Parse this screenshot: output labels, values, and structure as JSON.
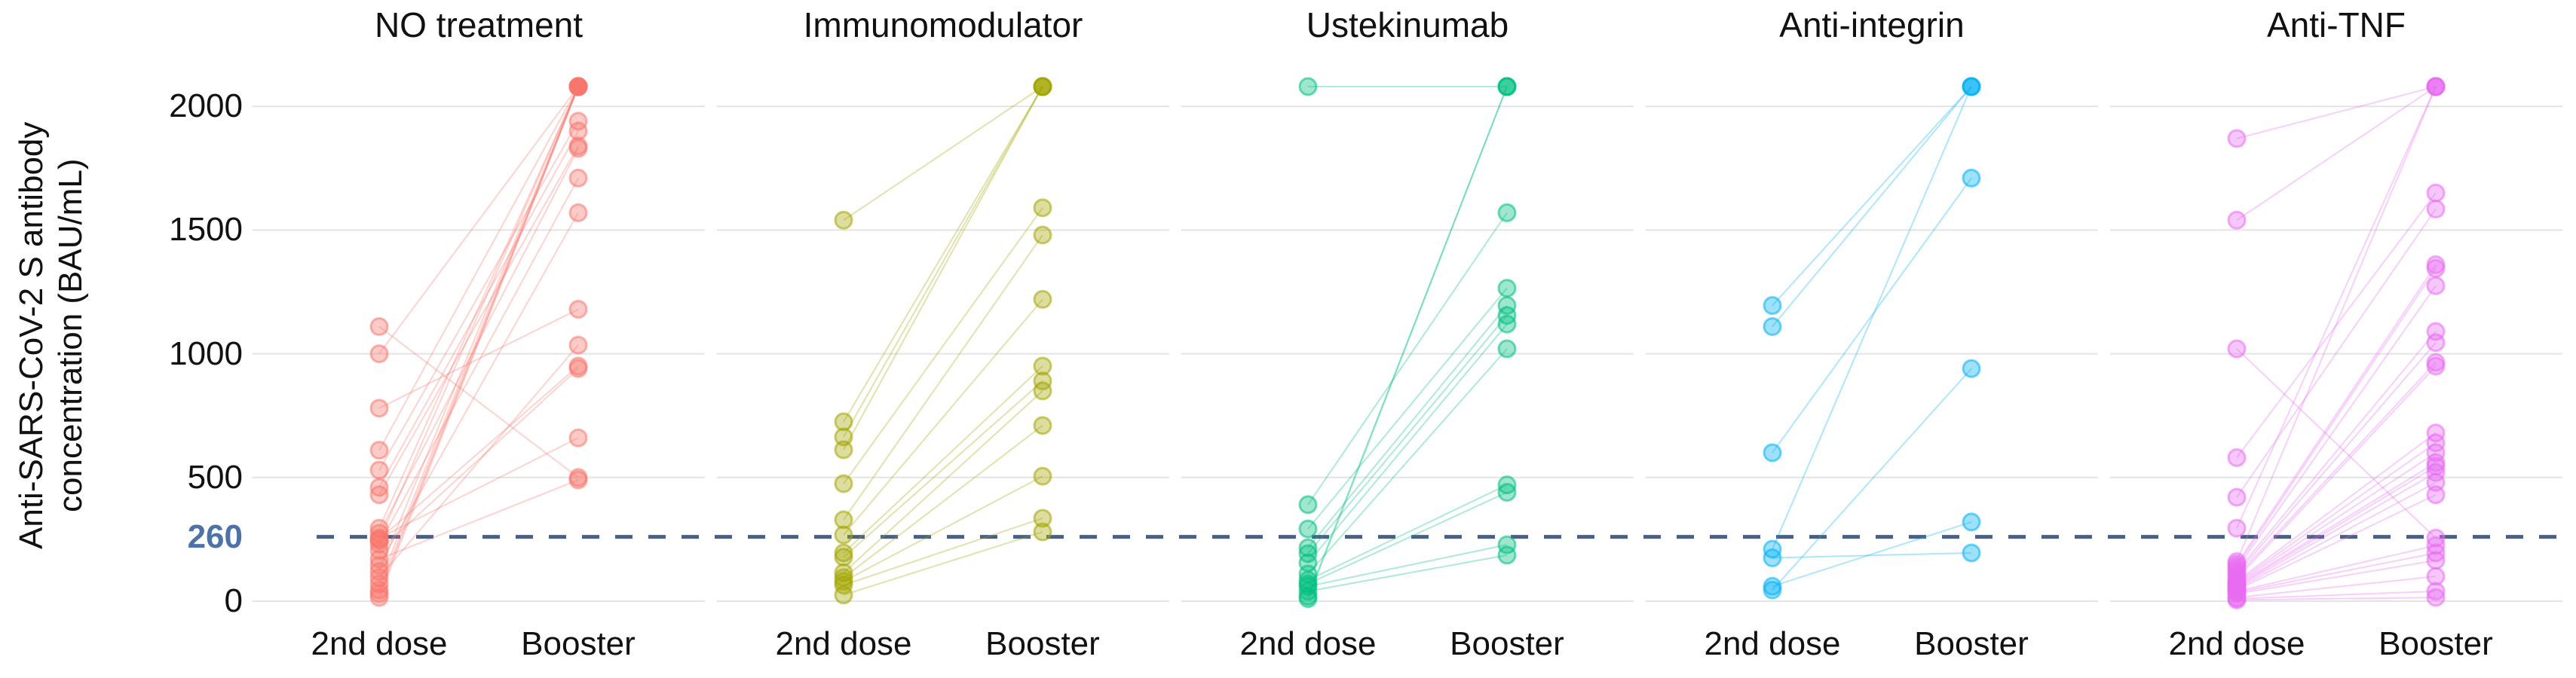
{
  "chart_data": {
    "type": "scatter",
    "subtype": "paired-slope-dot-plot",
    "title": "",
    "xlabel": "",
    "ylabel": "Anti-SARS-CoV-2 S antibody concentration (BAU/mL)",
    "ylim": [
      0,
      2130
    ],
    "grid": "horizontal-only",
    "legend_position": "none",
    "x_categories": [
      "2nd dose",
      "Booster"
    ],
    "yaxis": {
      "label_line1": "Anti-SARS-CoV-2 S antibody",
      "label_line2": "concentration (BAU/mL)",
      "ticks": [
        {
          "label": "2000",
          "value": 2000,
          "color": "#111111"
        },
        {
          "label": "1500",
          "value": 1500,
          "color": "#111111"
        },
        {
          "label": "1000",
          "value": 1000,
          "color": "#111111"
        },
        {
          "label": "500",
          "value": 500,
          "color": "#111111"
        },
        {
          "label": "260",
          "value": 260,
          "color": "#4C72A8"
        },
        {
          "label": "0",
          "value": 0,
          "color": "#111111"
        }
      ]
    },
    "threshold": {
      "value": 260,
      "label": "260",
      "label_color": "#4C72A8",
      "line_color": "#4A5F82",
      "line_style": "dashed"
    },
    "gridline_values": [
      0,
      500,
      1000,
      1500,
      2000
    ],
    "gridline_color": "#E4E4E4",
    "background_color": "#FFFFFF",
    "panels": [
      {
        "title": "NO treatment",
        "color": "#F8766D",
        "pairs": [
          [
            1110,
            500
          ],
          [
            1000,
            2080
          ],
          [
            780,
            1180
          ],
          [
            610,
            2080
          ],
          [
            530,
            1940
          ],
          [
            460,
            1900
          ],
          [
            430,
            1840
          ],
          [
            295,
            2080
          ],
          [
            275,
            1830
          ],
          [
            255,
            660
          ],
          [
            250,
            950
          ],
          [
            245,
            2080
          ],
          [
            230,
            1710
          ],
          [
            205,
            940
          ],
          [
            170,
            490
          ],
          [
            145,
            1570
          ],
          [
            120,
            2080
          ],
          [
            95,
            1035
          ],
          [
            70,
            2080
          ],
          [
            45,
            2080
          ],
          [
            30,
            2080
          ],
          [
            15,
            2080
          ]
        ]
      },
      {
        "title": "Immunomodulator",
        "color": "#A3A500",
        "pairs": [
          [
            1540,
            2080
          ],
          [
            725,
            2080
          ],
          [
            664,
            2080
          ],
          [
            612,
            2080
          ],
          [
            475,
            1590
          ],
          [
            329,
            1480
          ],
          [
            268,
            1220
          ],
          [
            195,
            950
          ],
          [
            178,
            890
          ],
          [
            115,
            850
          ],
          [
            95,
            710
          ],
          [
            80,
            505
          ],
          [
            65,
            335
          ],
          [
            25,
            280
          ]
        ]
      },
      {
        "title": "Ustekinumab",
        "color": "#00BF7D",
        "pairs": [
          [
            2080,
            2080
          ],
          [
            390,
            1570
          ],
          [
            292,
            1265
          ],
          [
            216,
            1195
          ],
          [
            192,
            1155
          ],
          [
            155,
            1120
          ],
          [
            110,
            1020
          ],
          [
            85,
            470
          ],
          [
            70,
            440
          ],
          [
            60,
            228
          ],
          [
            40,
            186
          ],
          [
            20,
            2080
          ],
          [
            10,
            2080
          ]
        ]
      },
      {
        "title": "Anti-integrin",
        "color": "#00B0F6",
        "pairs": [
          [
            1195,
            2080
          ],
          [
            1110,
            2080
          ],
          [
            210,
            2080
          ],
          [
            600,
            1710
          ],
          [
            45,
            940
          ],
          [
            60,
            320
          ],
          [
            175,
            195
          ]
        ]
      },
      {
        "title": "Anti-TNF",
        "color": "#E76BF3",
        "pairs": [
          [
            1870,
            2080
          ],
          [
            1540,
            2080
          ],
          [
            1020,
            255
          ],
          [
            580,
            1650
          ],
          [
            420,
            1585
          ],
          [
            295,
            2080
          ],
          [
            160,
            2080
          ],
          [
            150,
            1360
          ],
          [
            140,
            1345
          ],
          [
            130,
            1275
          ],
          [
            120,
            1090
          ],
          [
            110,
            1045
          ],
          [
            100,
            965
          ],
          [
            90,
            950
          ],
          [
            80,
            680
          ],
          [
            75,
            640
          ],
          [
            70,
            600
          ],
          [
            65,
            560
          ],
          [
            60,
            545
          ],
          [
            55,
            520
          ],
          [
            50,
            480
          ],
          [
            45,
            430
          ],
          [
            40,
            225
          ],
          [
            35,
            195
          ],
          [
            30,
            165
          ],
          [
            15,
            100
          ],
          [
            10,
            40
          ],
          [
            5,
            15
          ]
        ]
      }
    ]
  }
}
